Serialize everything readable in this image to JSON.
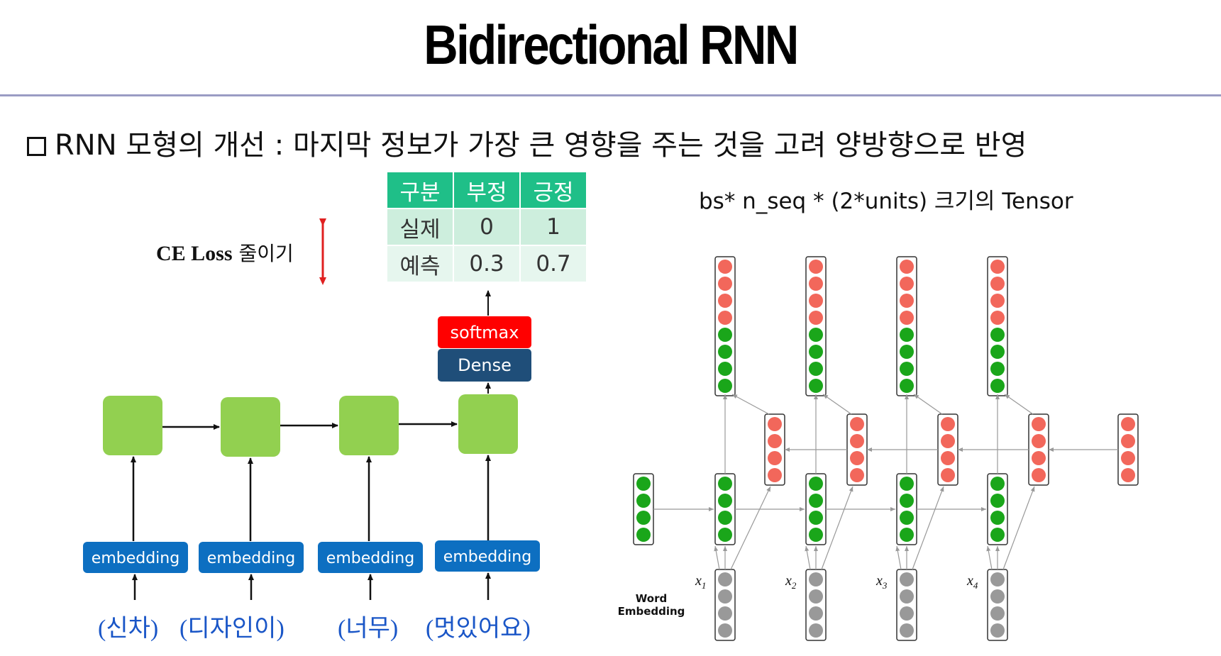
{
  "title": "Bidirectional RNN",
  "bullet": "RNN 모형의 개선 : 마지막 정보가 가장 큰 영향을 주는 것을 고려 양방향으로 반영",
  "loss": {
    "bold": "CE Loss",
    "suffix": " 줄이기"
  },
  "table": {
    "header": [
      "구분",
      "부정",
      "긍정"
    ],
    "rows": [
      [
        "실제",
        "0",
        "1"
      ],
      [
        "예측",
        "0.3",
        "0.7"
      ]
    ]
  },
  "left_diagram": {
    "softmax": "softmax",
    "dense": "Dense",
    "embedding": [
      "embedding",
      "embedding",
      "embedding",
      "embedding"
    ],
    "words": [
      "(신차)",
      "(디자인이)",
      "(너무)",
      "(멋있어요)"
    ],
    "colors": {
      "rnn_cell": "#92d050",
      "embedding": "#0d6fc1",
      "softmax": "#ff0000",
      "dense": "#1f4e79"
    }
  },
  "right_diagram": {
    "tensor_caption": "bs* n_seq * (2*units) 크기의 Tensor",
    "word_embedding": "Word Embedding",
    "x_labels": [
      {
        "var": "x",
        "sub": "1"
      },
      {
        "var": "x",
        "sub": "2"
      },
      {
        "var": "x",
        "sub": "3"
      },
      {
        "var": "x",
        "sub": "4"
      }
    ],
    "colors": {
      "forward": "#1aa61a",
      "backward": "#f2675b",
      "input": "#999999"
    }
  }
}
